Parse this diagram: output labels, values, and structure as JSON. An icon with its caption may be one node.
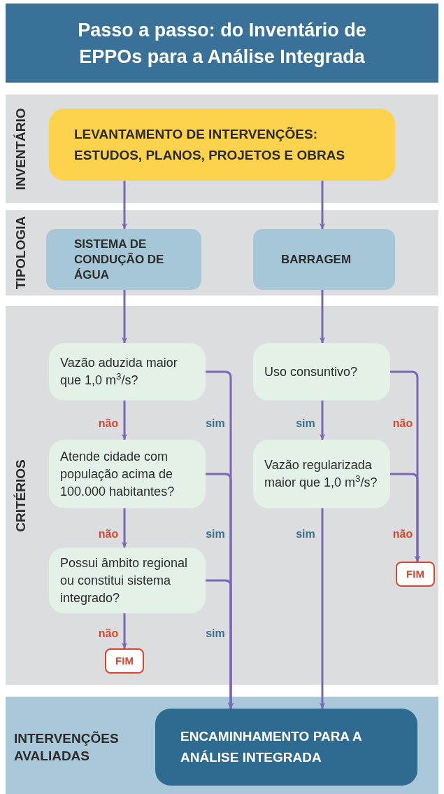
{
  "diagram": {
    "title": "Passo a passo: do Inventário de EPPOs para a Análise Integrada",
    "nodes": [
      {
        "text": [
          "INVENTÁRIO"
        ]
      },
      {
        "text": [
          "LEVANTAMENTO DE INTERVENÇÕES: ESTUDOS, PLANOS, PROJETOS E OBRAS"
        ],
        "in": 0
      },
      {
        "text": [
          "TIPOLOGIA"
        ]
      },
      {
        "text": [
          "SISTEMA DE CONDUÇÃO DE ÁGUA"
        ],
        "in": 2
      },
      {
        "text": [
          "BARRAGEM"
        ],
        "in": 2
      },
      {
        "text": [
          "CRITÉRIOS"
        ]
      },
      {
        "text": [
          "Vazão aduzida maior que 1,0 m$^{3}$/s?"
        ],
        "in": 5
      },
      {
        "text": [
          "Uso consuntivo?"
        ],
        "in": 5
      },
      {
        "text": [
          "Atende cidade com população acima de 100.000 habitantes?"
        ],
        "in": 5
      },
      {
        "text": [
          "Vazão regularizada maior que 1,0 m$^{3}$/s?"
        ],
        "in": 5
      },
      {
        "text": [
          "Possui âmbito regional ou constitui sistema integrado?"
        ],
        "in": 5
      },
      {
        "text": [
          "FIM"
        ],
        "in": 5
      },
      {
        "text": [
          "FIM"
        ],
        "in": 5
      },
      {
        "text": [
          "INTERVENÇÕES AVALIADAS"
        ]
      },
      {
        "text": [
          "ENCAMINHAMENTO PARA A ANÁLISE INTEGRADA"
        ],
        "in": 13
      }
    ],
    "edges": [
      {
        "from": 1,
        "to": 3,
        "arrow": "to"
      },
      {
        "from": 1,
        "to": 4,
        "arrow": "to"
      },
      {
        "from": 3,
        "to": 6,
        "arrow": "to"
      },
      {
        "from": 4,
        "to": 7,
        "arrow": "to"
      },
      {
        "from": 6,
        "to": 8,
        "arrow": "to",
        "label": "não"
      },
      {
        "from": 6,
        "to": 14,
        "arrow": "to",
        "label": "sim"
      },
      {
        "from": 7,
        "to": 9,
        "arrow": "to",
        "label": "sim"
      },
      {
        "from": 7,
        "to": 11,
        "arrow": "to",
        "label": "não"
      },
      {
        "from": 8,
        "to": 10,
        "arrow": "to",
        "label": "não"
      },
      {
        "from": 8,
        "to": 14,
        "arrow": "to",
        "label": "sim"
      },
      {
        "from": 9,
        "to": 14,
        "arrow": "to",
        "label": "sim"
      },
      {
        "from": 9,
        "to": 11,
        "arrow": "to",
        "label": "não"
      },
      {
        "from": 10,
        "to": 12,
        "arrow": "to",
        "label": "não"
      },
      {
        "from": 10,
        "to": 14,
        "arrow": "to",
        "label": "sim"
      }
    ]
  }
}
